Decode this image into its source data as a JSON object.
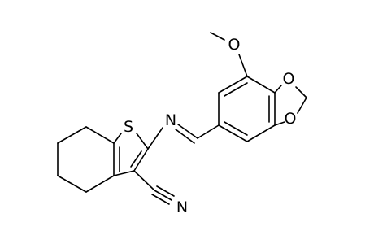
{
  "atoms": {
    "thiophene_sulfur": "S",
    "imine_nitrogen": "N",
    "nitrile_nitrogen": "N",
    "dioxole_oxygen_top": "O",
    "dioxole_oxygen_bottom": "O",
    "methoxy_oxygen": "O"
  },
  "colors": {
    "bond": "#000000",
    "label": "#000000",
    "background": "#ffffff"
  }
}
